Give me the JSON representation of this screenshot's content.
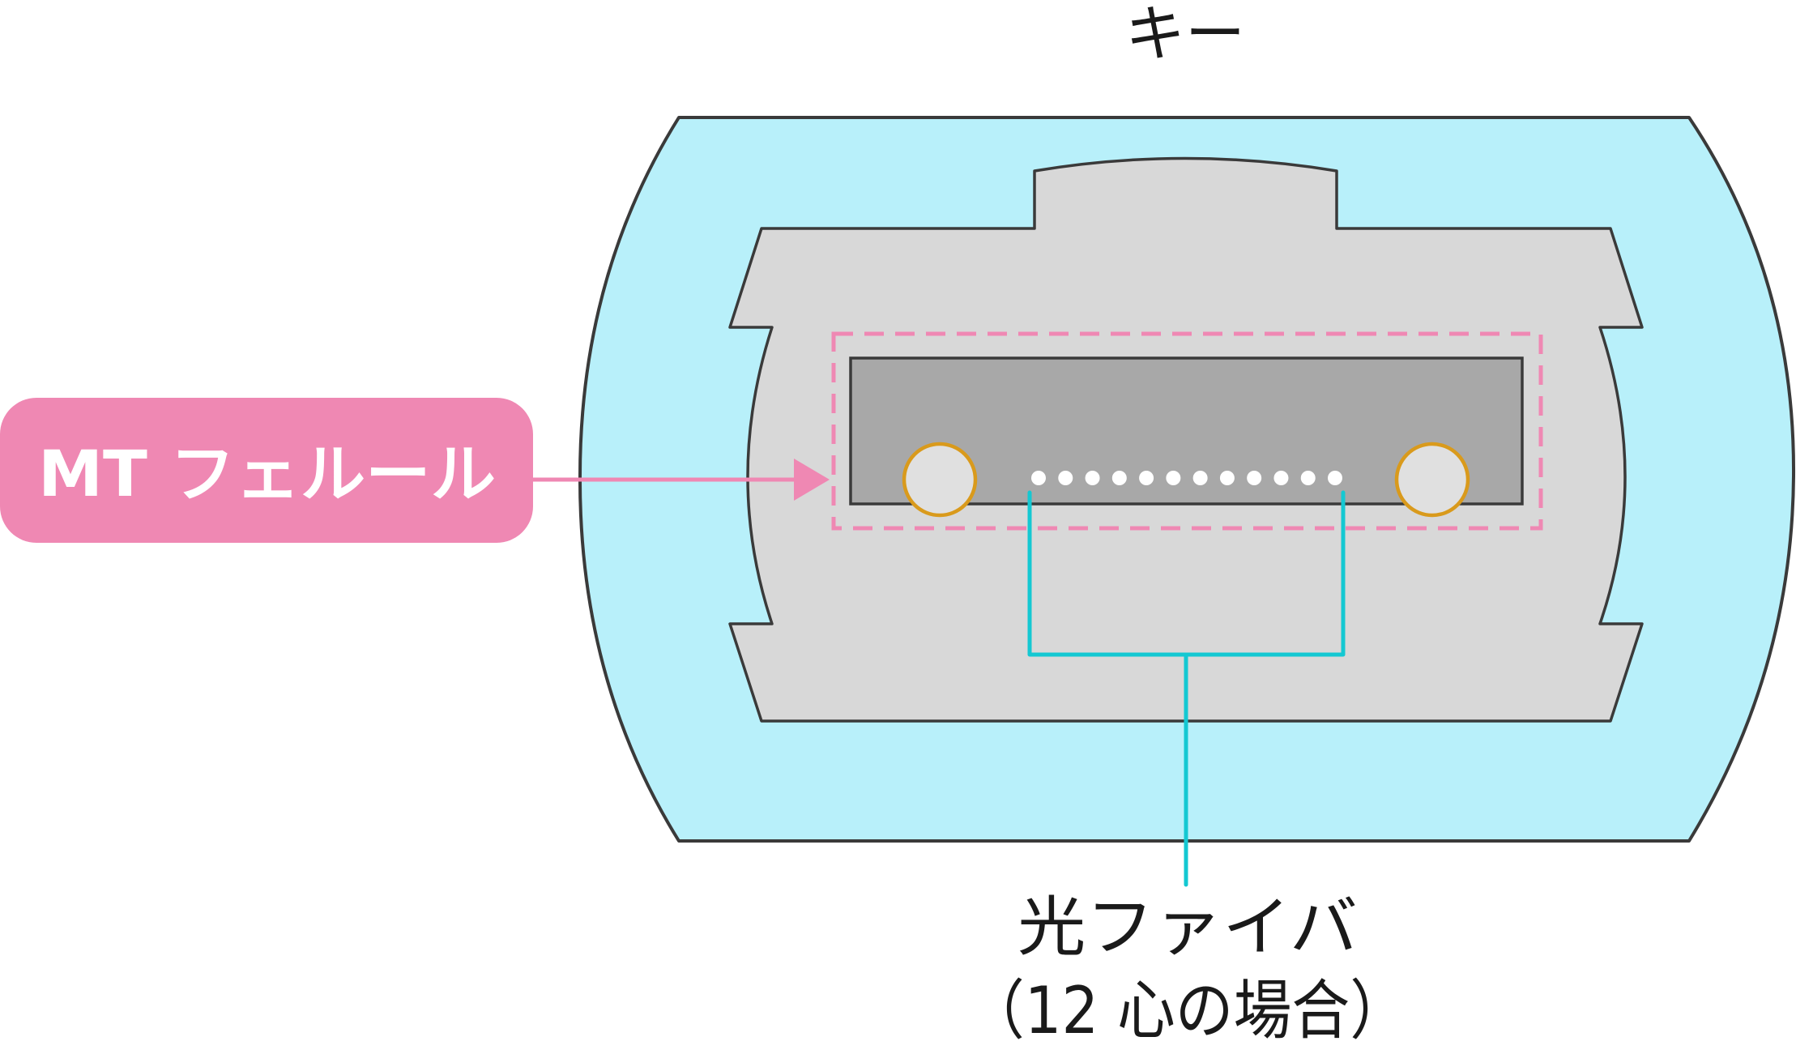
{
  "labels": {
    "key": "キー",
    "ferrule": "MT フェルール",
    "fiber_line1": "光ファイバ",
    "fiber_line2": "（12 心の場合）"
  },
  "fiber_count": 12,
  "colors": {
    "outer_body": "#b8f0fa",
    "housing": "#d8d8d8",
    "ferrule_face": "#a8a8a8",
    "callout": "#ef88b3",
    "fiber_bracket": "#14c8d2",
    "guide_pin_ring": "#d99a1c",
    "outline": "#3a3a3a"
  },
  "icons": {
    "ferrule_arrow": "arrow-right-icon",
    "guide_pin": "guide-pin-icon"
  }
}
